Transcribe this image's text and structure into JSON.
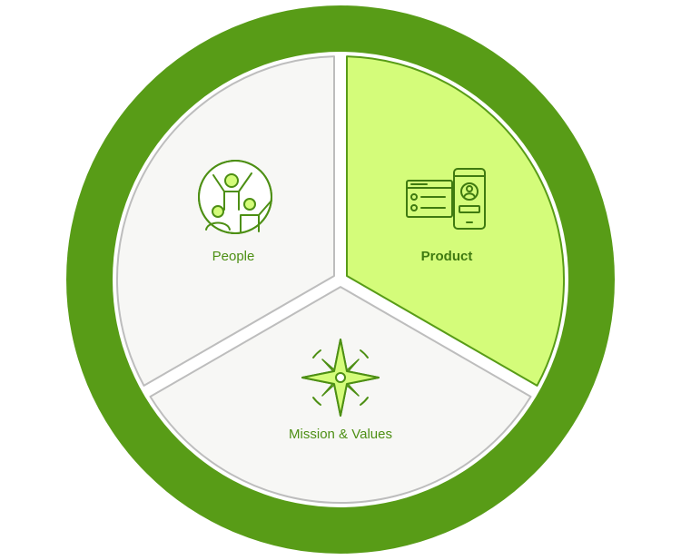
{
  "title": "Culture",
  "segments": [
    {
      "id": "people",
      "label": "People",
      "icon": "people-icon",
      "active": false
    },
    {
      "id": "product",
      "label": "Product",
      "icon": "product-device-icon",
      "active": true
    },
    {
      "id": "mission",
      "label": "Mission & Values",
      "icon": "compass-star-icon",
      "active": false
    }
  ],
  "colors": {
    "ring": "#589c17",
    "segment_fill": "#f7f7f5",
    "segment_active_fill": "#d4fc7a",
    "segment_border": "#bdbdbd",
    "segment_active_border": "#589c17",
    "label": "#4d8f14",
    "label_active": "#3f7a10",
    "icon": "#4d8f14"
  }
}
